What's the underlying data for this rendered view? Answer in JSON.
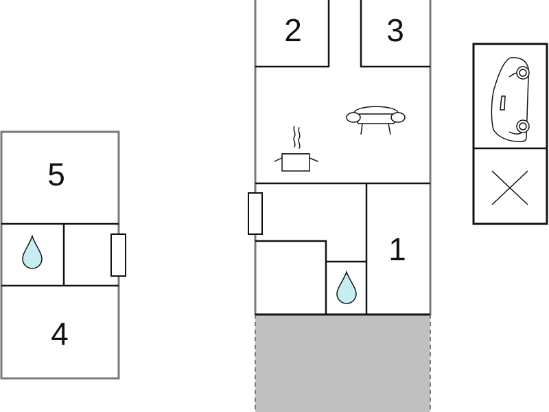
{
  "rooms": {
    "bedroom_1": "1",
    "bedroom_2": "2",
    "bedroom_3": "3",
    "bedroom_4": "4",
    "bedroom_5": "5"
  },
  "icons": {
    "water": "water-drop-icon",
    "kitchen": "cooking-pot-icon",
    "living": "sofa-icon",
    "parking": "car-icon",
    "closed": "cross-icon"
  },
  "colors": {
    "outer_wall": "#7a7a7a",
    "inner_wall": "#111111",
    "terrace": "#c0c0c0",
    "water_fill": "#c6eef2"
  }
}
